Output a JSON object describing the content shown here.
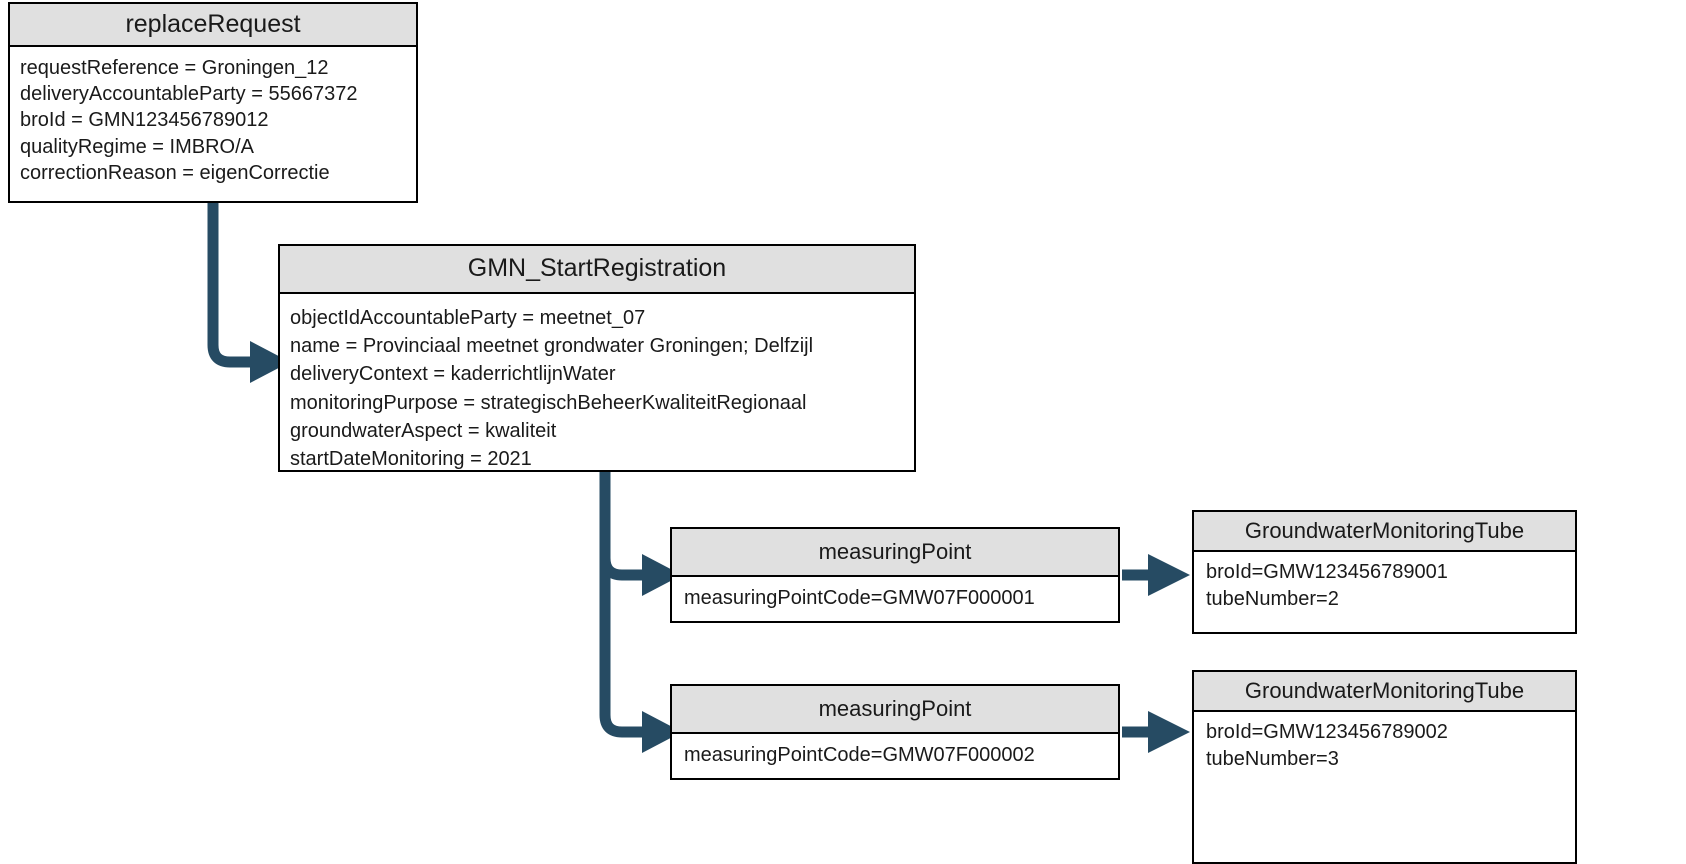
{
  "diagram": {
    "title": "GMN replaceRequest object diagram",
    "accent_color": "#264B63",
    "header_fill": "#E0E0E0",
    "border_color": "#000000",
    "background": "#FFFFFF"
  },
  "boxes": {
    "replace_request": {
      "header": "replaceRequest",
      "attributes": [
        "requestReference = Groningen_12",
        "deliveryAccountableParty = 55667372",
        "broId = GMN123456789012",
        "qualityRegime = IMBRO/A",
        "correctionReason = eigenCorrectie"
      ]
    },
    "gmn_start_registration": {
      "header": "GMN_StartRegistration",
      "attributes": [
        "objectIdAccountableParty = meetnet_07",
        "name = Provinciaal meetnet grondwater Groningen; Delfzijl",
        "deliveryContext = kaderrichtlijnWater",
        "monitoringPurpose = strategischBeheerKwaliteitRegionaal",
        "groundwaterAspect = kwaliteit",
        "startDateMonitoring = 2021"
      ]
    },
    "measuring_point_1": {
      "header": "measuringPoint",
      "attributes": [
        "measuringPointCode=GMW07F000001"
      ]
    },
    "measuring_point_2": {
      "header": "measuringPoint",
      "attributes": [
        "measuringPointCode=GMW07F000002"
      ]
    },
    "groundwater_monitoring_tube_1": {
      "header": "GroundwaterMonitoringTube",
      "attributes": [
        "broId=GMW123456789001",
        "tubeNumber=2"
      ]
    },
    "groundwater_monitoring_tube_2": {
      "header": "GroundwaterMonitoringTube",
      "attributes": [
        "broId=GMW123456789002",
        "tubeNumber=3"
      ]
    }
  },
  "connectors": [
    {
      "name": "replace-request-to-gmn",
      "from": "replaceRequest",
      "to": "GMN_StartRegistration"
    },
    {
      "name": "gmn-to-measuring-point-1",
      "from": "GMN_StartRegistration",
      "to": "measuringPoint 1"
    },
    {
      "name": "gmn-to-measuring-point-2",
      "from": "GMN_StartRegistration",
      "to": "measuringPoint 2"
    },
    {
      "name": "measuring-point-1-to-tube-1",
      "from": "measuringPoint 1",
      "to": "GroundwaterMonitoringTube 1"
    },
    {
      "name": "measuring-point-2-to-tube-2",
      "from": "measuringPoint 2",
      "to": "GroundwaterMonitoringTube 2"
    }
  ]
}
